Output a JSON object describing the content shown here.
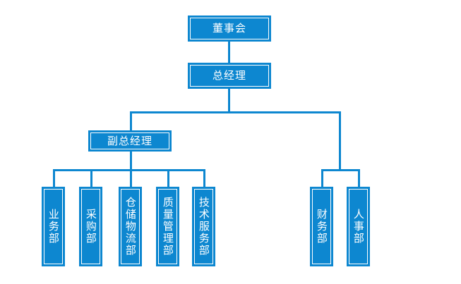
{
  "diagram": {
    "type": "organization-chart",
    "title": "",
    "accent_color": "#0d87d0",
    "background_color": "#ffffff",
    "text_color": "#ffffff",
    "nodes": [
      {
        "id": "board",
        "label": "董事会",
        "level": 0,
        "orientation": "horizontal"
      },
      {
        "id": "gm",
        "label": "总经理",
        "level": 1,
        "orientation": "horizontal"
      },
      {
        "id": "deputy-gm",
        "label": "副总经理",
        "level": 2,
        "orientation": "horizontal"
      },
      {
        "id": "business",
        "label": "业务部",
        "level": 3,
        "orientation": "vertical"
      },
      {
        "id": "purchasing",
        "label": "采购部",
        "level": 3,
        "orientation": "vertical"
      },
      {
        "id": "warehousing",
        "label": "仓储物流部",
        "level": 3,
        "orientation": "vertical"
      },
      {
        "id": "quality",
        "label": "质量管理部",
        "level": 3,
        "orientation": "vertical"
      },
      {
        "id": "tech",
        "label": "技术服务部",
        "level": 3,
        "orientation": "vertical"
      },
      {
        "id": "finance",
        "label": "财务部",
        "level": 3,
        "orientation": "vertical"
      },
      {
        "id": "hr",
        "label": "人事部",
        "level": 3,
        "orientation": "vertical"
      }
    ],
    "edges": [
      {
        "from": "board",
        "to": "gm"
      },
      {
        "from": "gm",
        "to": "deputy-gm"
      },
      {
        "from": "gm",
        "to": "finance"
      },
      {
        "from": "gm",
        "to": "hr"
      },
      {
        "from": "deputy-gm",
        "to": "business"
      },
      {
        "from": "deputy-gm",
        "to": "purchasing"
      },
      {
        "from": "deputy-gm",
        "to": "warehousing"
      },
      {
        "from": "deputy-gm",
        "to": "quality"
      },
      {
        "from": "deputy-gm",
        "to": "tech"
      }
    ]
  }
}
